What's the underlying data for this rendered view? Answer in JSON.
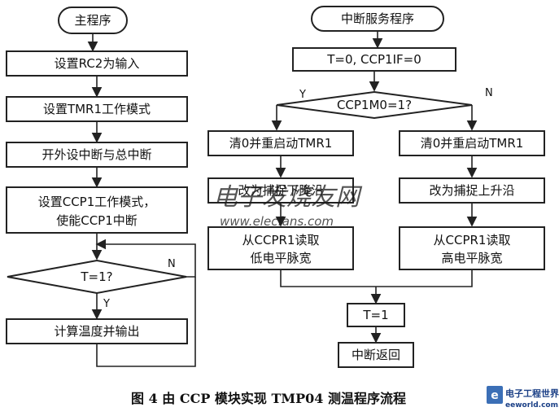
{
  "left": {
    "start": "主程序",
    "steps": [
      "设置RC2为输入",
      "设置TMR1工作模式",
      "开外设中断与总中断"
    ],
    "ccp1_setup": {
      "line1": "设置CCP1工作模式，",
      "line2": "使能CCP1中断"
    },
    "decision": "T=1?",
    "yes": "Y",
    "no": "N",
    "compute": "计算温度并输出"
  },
  "right": {
    "start": "中断服务程序",
    "init": "T=0, CCP1IF=0",
    "decision": "CCP1M0=1?",
    "yes": "Y",
    "no": "N",
    "left_branch": {
      "restart": "清0并重启动TMR1",
      "capture": "改为捕捉下降沿",
      "read_line1": "从CCPR1读取",
      "read_line2": "低电平脉宽"
    },
    "right_branch": {
      "restart": "清0并重启动TMR1",
      "capture": "改为捕捉上升沿",
      "read_line1": "从CCPR1读取",
      "read_line2": "高电平脉宽"
    },
    "set_t": "T=1",
    "return": "中断返回"
  },
  "caption": "图 4  由 CCP 模块实现 TMP04 测温程序流程",
  "watermark": {
    "cn": "电子发烧友网",
    "url": "www.elecfans.com"
  },
  "logo": {
    "cn": "电子工程世界",
    "url": "eeworld.com.cn"
  }
}
